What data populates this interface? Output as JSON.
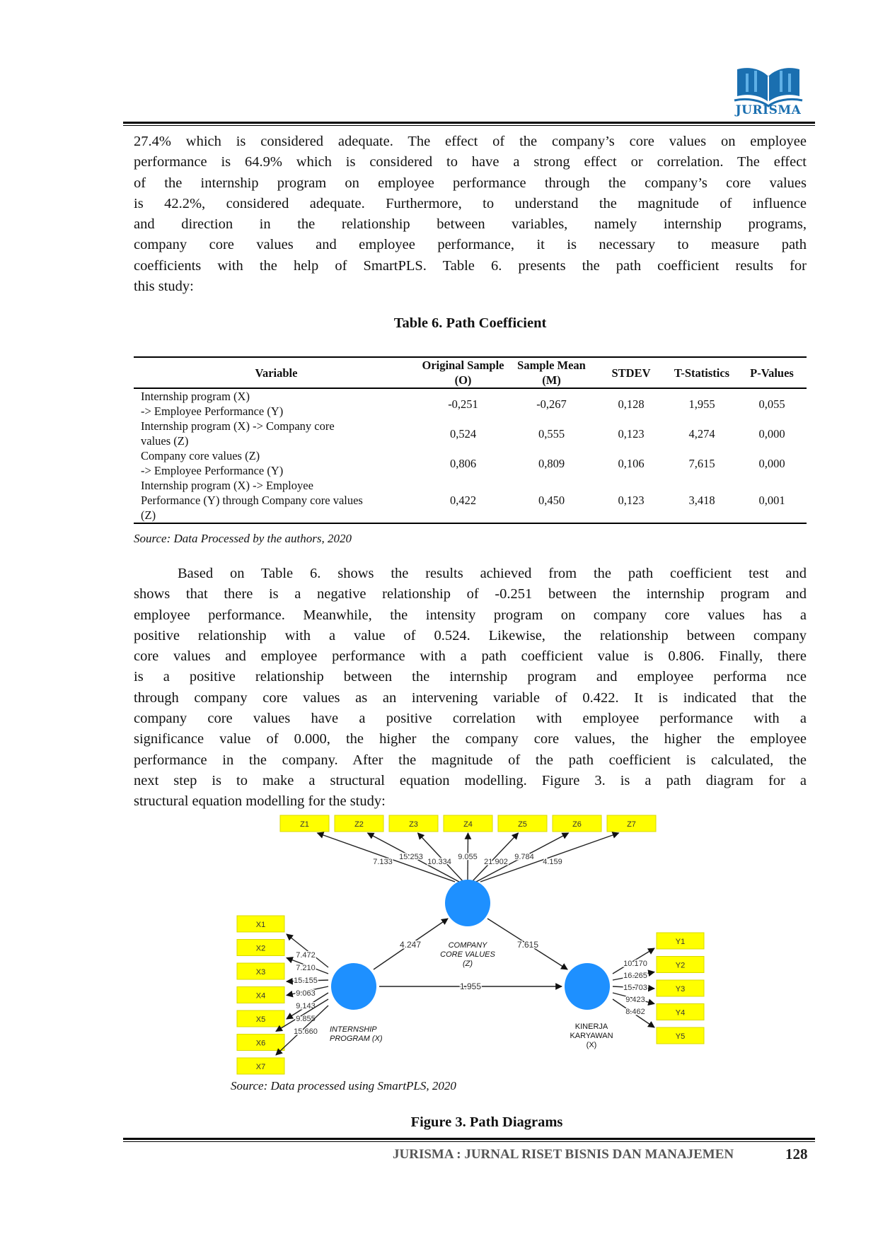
{
  "header": {
    "journal_logo_text": "JURISMA",
    "logo_color": "#1a6fb0"
  },
  "para1": [
    "27.4% which is considered adequate. The effect of the company’s core values on employee",
    "performance is 64.9% which is considered to have a strong effect or correlation. The effect",
    "of the internship program on employee performance through the company’s core values",
    "is 42.2%, considered adequate. Furthermore, to understand the magnitude of influence",
    "and direction in the relationship between variables, namely internship programs,",
    "company core values and employee performance, it is necessary to measure path",
    "coefficients with the help of SmartPLS. Table 6. presents the path coefficient results for",
    "this study:"
  ],
  "table": {
    "title": "Table 6. Path Coefficient",
    "headers": [
      "Variable",
      "Original Sample (O)",
      "Sample Mean (M)",
      "STDEV",
      "T-Statistics",
      "P-Values"
    ],
    "rows": [
      {
        "variable": [
          "Internship program (X)",
          " -> Employee Performance (Y)"
        ],
        "o": "-0,251",
        "m": "-0,267",
        "stdev": "0,128",
        "t": "1,955",
        "p": "0,055"
      },
      {
        "variable": [
          "Internship program (X) -> Company core",
          "values (Z)"
        ],
        "o": "0,524",
        "m": "0,555",
        "stdev": "0,123",
        "t": "4,274",
        "p": "0,000"
      },
      {
        "variable": [
          "Company core values (Z)",
          "-> Employee Performance (Y)"
        ],
        "o": "0,806",
        "m": "0,809",
        "stdev": "0,106",
        "t": "7,615",
        "p": "0,000"
      },
      {
        "variable": [
          "Internship program (X) -> Employee",
          "Performance (Y) through Company core values",
          "(Z)"
        ],
        "o": "0,422",
        "m": "0,450",
        "stdev": "0,123",
        "t": "3,418",
        "p": "0,001"
      }
    ],
    "source": "Source: Data Processed by the authors, 2020"
  },
  "para2": [
    "Based on Table 6. shows the results achieved from the path coefficient test and",
    "shows that there is a negative relationship of -0.251 between the internship program and",
    "employee performance. Meanwhile, the intensity  program on company core values has a",
    "positive relationship with a value of 0.524. Likewise, the relationship between company",
    "core values and employee performance with a path coefficient value  is 0.806. Finally, there",
    "is a positive relationship between the internship program and employee performa nce",
    "through company core values as an intervening variable of 0.422. It is indicated that the",
    "company core values have a positive correlation with employee performance with a",
    "significance value of 0.000, the higher the company core values, the higher the employee",
    "performance in the company. After the magnitude of the path coefficient is calculated, the",
    "next step is to make a structural equation modelling.  Figure 3. is a path diagram for a",
    "structural equation modelling for the study:"
  ],
  "diagram": {
    "indicator_color": "#ffff00",
    "construct_color": "#1e90ff",
    "z_items": [
      "Z1",
      "Z2",
      "Z3",
      "Z4",
      "Z5",
      "Z6",
      "Z7"
    ],
    "z_loadings": [
      "7.133",
      "15.253",
      "10.334",
      "9.055",
      "21.902",
      "9.784",
      "4.159"
    ],
    "x_items": [
      "X1",
      "X2",
      "X3",
      "X4",
      "X5",
      "X6",
      "X7"
    ],
    "x_loadings": [
      "7.472",
      "7.210",
      "15.155",
      "9.063",
      "9.143",
      "9.855",
      "15.660"
    ],
    "y_items": [
      "Y1",
      "Y2",
      "Y3",
      "Y4",
      "Y5"
    ],
    "y_loadings": [
      "10.170",
      "16.265",
      "15.703",
      "9.423",
      "8.462"
    ],
    "constructs": {
      "z": [
        "COMPANY",
        "CORE VALUES",
        "(Z)"
      ],
      "x": [
        "INTERNSHIP",
        "PROGRAM (X)"
      ],
      "y": [
        "KINERJA",
        "KARYAWAN",
        "(X)"
      ]
    },
    "paths": {
      "x_to_z": "4.247",
      "z_to_y": "7.615",
      "x_to_y": "1.955"
    }
  },
  "figure": {
    "source": "Source: Data processed using SmartPLS,  2020",
    "caption": "Figure 3. Path Diagrams"
  },
  "footer": {
    "journal": "JURISMA : JURNAL RISET BISNIS DAN MANAJEMEN",
    "page": "128"
  }
}
